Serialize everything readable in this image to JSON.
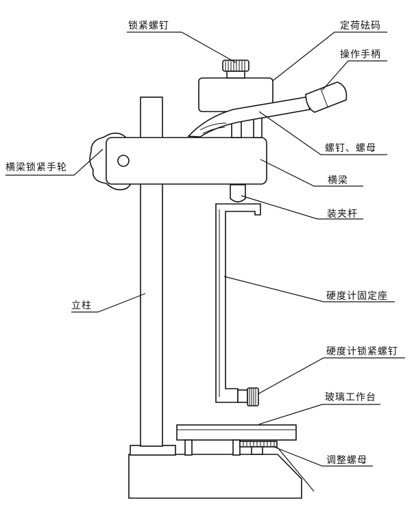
{
  "diagram": {
    "labels": {
      "lock_screw": "锁紧螺钉",
      "load_weight": "定荷砝码",
      "handle": "操作手柄",
      "screw_nut": "螺钉、螺母",
      "beam_handwheel": "横梁锁紧手轮",
      "beam": "横梁",
      "clamp_rod": "装夹杆",
      "column": "立柱",
      "gauge_mount": "硬度计固定座",
      "gauge_lock_screw": "硬度计锁紧螺钉",
      "glass_table": "玻璃工作台",
      "adjust_nut": "调整螺母"
    }
  }
}
